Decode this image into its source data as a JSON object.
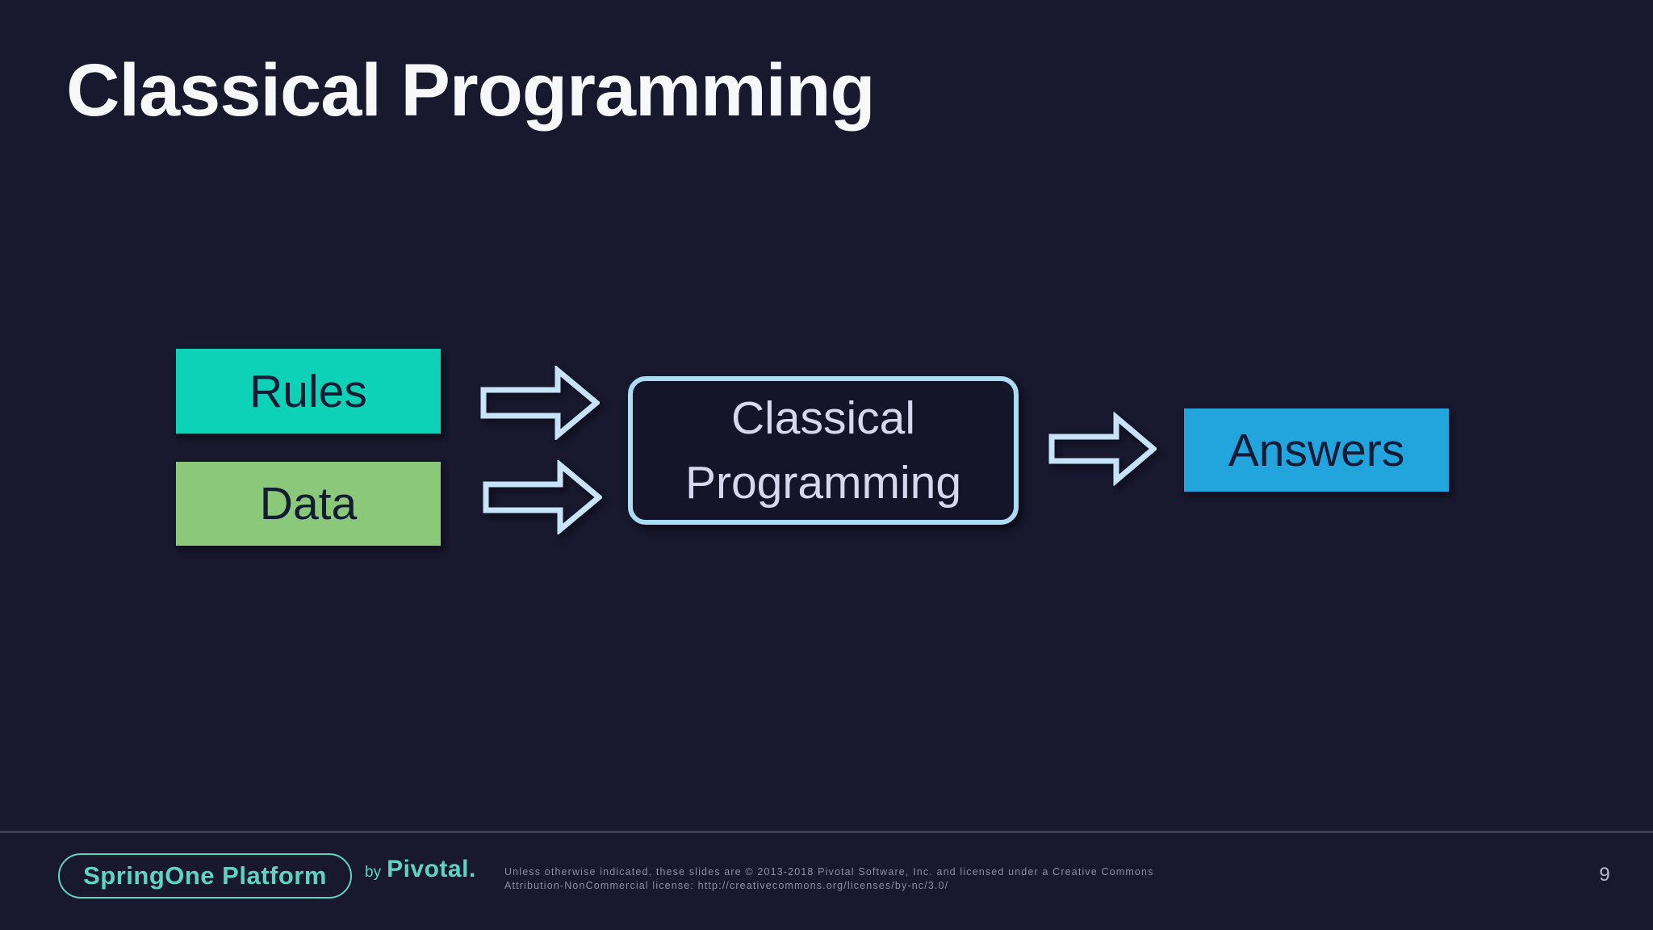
{
  "slide": {
    "title": "Classical Programming",
    "page_number": "9"
  },
  "diagram": {
    "rules_label": "Rules",
    "data_label": "Data",
    "process_line1": "Classical",
    "process_line2": "Programming",
    "answers_label": "Answers"
  },
  "footer": {
    "logo_text": "SpringOne Platform",
    "byline_prefix": "by",
    "byline_brand": "Pivotal.",
    "license_line1": "Unless otherwise indicated, these slides are © 2013-2018 Pivotal Software, Inc. and licensed under a Creative Commons",
    "license_line2": "Attribution-NonCommercial license: http://creativecommons.org/licenses/by-nc/3.0/"
  },
  "colors": {
    "background": "#18182e",
    "title": "#f8f8fa",
    "rules-fill": "#0ed2b8",
    "data-fill": "#8cc87a",
    "answers-fill": "#21a5dc",
    "box-text": "#131c36",
    "process-border": "#abdcf4",
    "process-text": "#d7d8ef",
    "arrow": "#c6e3f8",
    "brand": "#5ed3c6",
    "license-text": "#8d8da8",
    "page-number": "#b9b9cc",
    "divider": "#3d3d5a"
  }
}
